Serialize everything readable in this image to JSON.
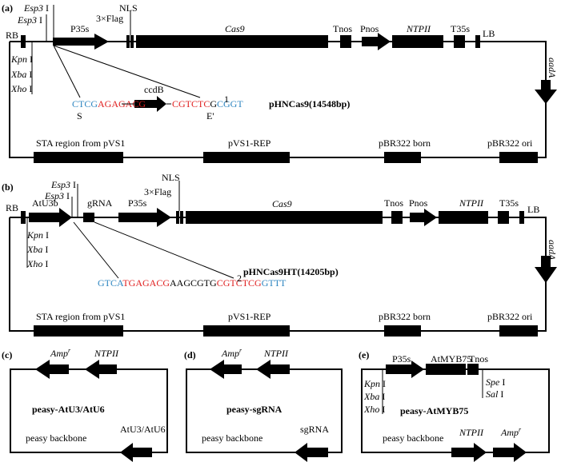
{
  "panel_a": {
    "tag": "(a)",
    "name": "pHNCas9(14548bp)",
    "labels": {
      "rb": "RB",
      "esp3_top": "Esp3",
      "esp3_bot": "Esp3",
      "roman_i": "I",
      "p35s": "P35s",
      "nls": "NLS",
      "flag": "3×Flag",
      "cas9": "Cas9",
      "tnos": "Tnos",
      "pnos": "Pnos",
      "ntpii": "NTPII",
      "t35s": "T35s",
      "lb": "LB",
      "kpn": "Kpn",
      "xba": "Xba",
      "xho": "Xho",
      "aada": "aadA",
      "ccdb": "ccdB",
      "seq_left_blue": "CTCG",
      "seq_left_red": "AGAGACG",
      "seq_right_red": "CGTCTC",
      "seq_right_black": "G",
      "seq_right_blue": "CGGT",
      "sup": "1",
      "s_label": "S",
      "e_label": "E'",
      "sta": "STA region from pVS1",
      "rep": "pVS1-REP",
      "born": "pBR322 born",
      "ori": "pBR322 ori"
    }
  },
  "panel_b": {
    "tag": "(b)",
    "name": "pHNCas9HT(14205bp)",
    "labels": {
      "rb": "RB",
      "atu3b": "AtU3b",
      "esp3_top": "Esp3",
      "esp3_bot": "Esp3",
      "roman_i": "I",
      "grna": "gRNA",
      "p35s": "P35s",
      "nls": "NLS",
      "flag": "3×Flag",
      "cas9": "Cas9",
      "tnos": "Tnos",
      "pnos": "Pnos",
      "ntpii": "NTPII",
      "t35s": "T35s",
      "lb": "LB",
      "kpn": "Kpn",
      "xba": "Xba",
      "xho": "Xho",
      "aada": "aadA",
      "seq_blue1": "GTCA",
      "seq_red1": "TGAGACG",
      "seq_black": "AAGCGTG",
      "seq_red2": "CGTCTCG",
      "seq_blue2": "GTTT",
      "sup": "2",
      "sta": "STA region from pVS1",
      "rep": "pVS1-REP",
      "born": "pBR322 born",
      "ori": "pBR322 ori"
    }
  },
  "panel_c": {
    "tag": "(c)",
    "name": "peasy-AtU3/AtU6",
    "labels": {
      "amp": "Amp",
      "amp_sup": "r",
      "ntpii": "NTPII",
      "backbone": "peasy backbone",
      "insert": "AtU3/AtU6"
    }
  },
  "panel_d": {
    "tag": "(d)",
    "name": "peasy-sgRNA",
    "labels": {
      "amp": "Amp",
      "amp_sup": "r",
      "ntpii": "NTPII",
      "backbone": "peasy backbone",
      "insert": "sgRNA"
    }
  },
  "panel_e": {
    "tag": "(e)",
    "name": "peasy-AtMYB75",
    "labels": {
      "p35s": "P35s",
      "myb": "AtMYB75",
      "tnos": "Tnos",
      "kpn": "Kpn",
      "xba": "Xba",
      "xho": "Xho",
      "spe": "Spe",
      "sal": "Sal",
      "roman_i": "I",
      "ntpii": "NTPII",
      "amp": "Amp",
      "amp_sup": "r",
      "backbone": "peasy backbone"
    }
  },
  "colors": {
    "blue": "#2e86c1",
    "red": "#e02020",
    "black": "#000000"
  }
}
